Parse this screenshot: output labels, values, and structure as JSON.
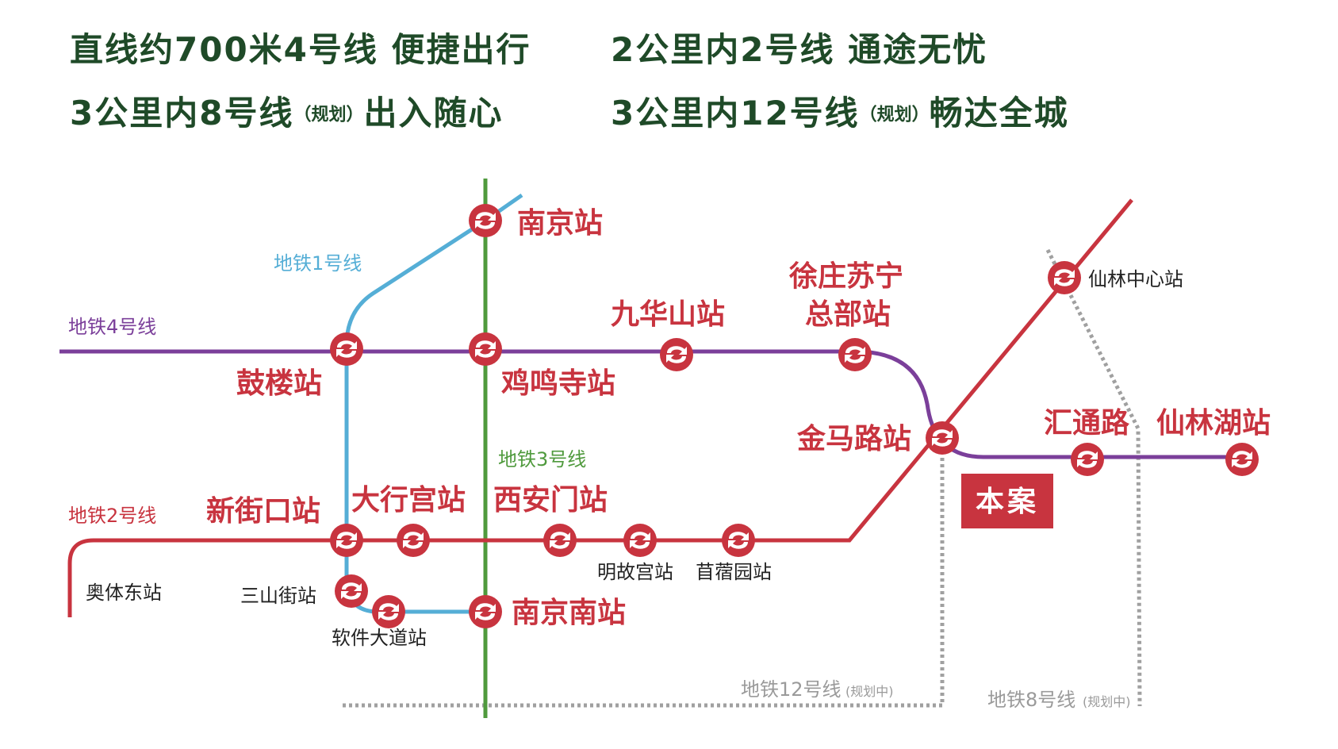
{
  "headlines": {
    "row1_left": "直线约700米4号线 便捷出行",
    "row1_right": "2公里内2号线 通途无忧",
    "row2_left_a": "3公里内8号线",
    "row2_left_small": "（规划）",
    "row2_left_b": "出入随心",
    "row2_right_a": "3公里内12号线",
    "row2_right_small": "（规划）",
    "row2_right_b": "畅达全城"
  },
  "lines": {
    "line1": {
      "label": "地铁1号线",
      "color": "#55aed6"
    },
    "line2": {
      "label": "地铁2号线",
      "color": "#c8343f"
    },
    "line3": {
      "label": "地铁3号线",
      "color": "#4f9a3d"
    },
    "line4": {
      "label": "地铁4号线",
      "color": "#7b3f9a"
    },
    "line8": {
      "label": "地铁8号线",
      "note": "(规划中)",
      "color": "#a0a0a0"
    },
    "line12": {
      "label": "地铁12号线",
      "note": "(规划中)",
      "color": "#a0a0a0"
    }
  },
  "stations": {
    "nanjing": "南京站",
    "gulou": "鼓楼站",
    "jimingsi": "鸡鸣寺站",
    "jiuhuashan": "九华山站",
    "xuzhuang_1": "徐庄苏宁",
    "xuzhuang_2": "总部站",
    "jinmalu": "金马路站",
    "xianlinzhongxin": "仙林中心站",
    "huitonglu": "汇通路",
    "xianlinhu": "仙林湖站",
    "xinjiekou": "新街口站",
    "daxinggong": "大行宫站",
    "xianmen": "西安门站",
    "minggugong": "明故宫站",
    "muxuyuan": "苜蓿园站",
    "aotidong": "奥体东站",
    "sanshanjie": "三山街站",
    "ruanjiandadao": "软件大道站",
    "nanjingnan": "南京南站"
  },
  "project_badge": "本案",
  "colors": {
    "headline": "#1f4a28",
    "station_red": "#c8343f",
    "badge": "#c8343f"
  }
}
